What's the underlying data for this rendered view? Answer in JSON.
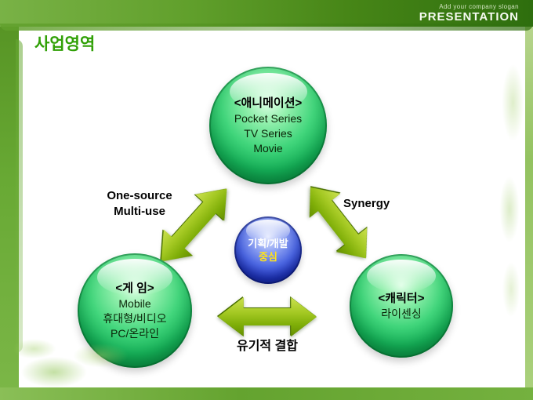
{
  "header": {
    "slogan": "Add your company slogan",
    "brand": "PRESENTATION"
  },
  "title": "사업영역",
  "diagram": {
    "animation": {
      "heading": "<애니메이션>",
      "lines": [
        "Pocket Series",
        "TV Series",
        "Movie"
      ]
    },
    "game": {
      "heading": "<게 임>",
      "lines": [
        "Mobile",
        "휴대형/비디오",
        "PC/온라인"
      ]
    },
    "character": {
      "heading": "<캐릭터>",
      "lines": [
        "라이센싱"
      ]
    },
    "hub": {
      "lines": [
        "기획/개발",
        "중심"
      ]
    },
    "labels": {
      "one_source": [
        "One-source",
        "Multi-use"
      ],
      "synergy": "Synergy",
      "organic": "유기적 결합"
    }
  },
  "colors": {
    "accent_green": "#30a006",
    "frame_green": "#5d9a28",
    "sphere_green": "#16b35a",
    "sphere_blue": "#2237bd",
    "arrow_green": "#8fb513",
    "hub_text_highlight": "#ffe31a"
  }
}
